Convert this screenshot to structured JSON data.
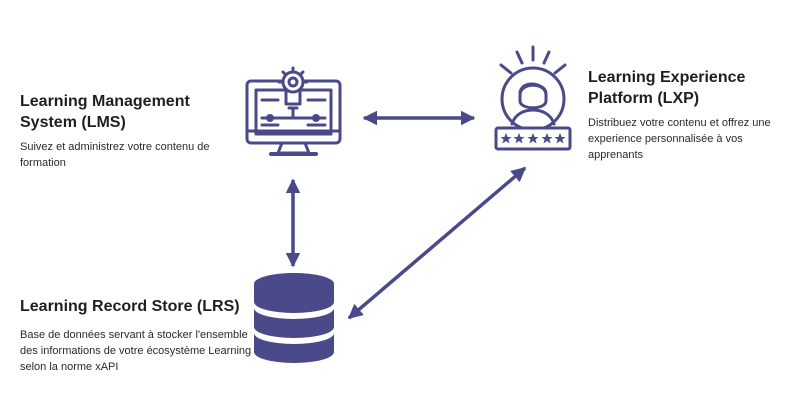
{
  "accent_color": "#4a4a8a",
  "nodes": {
    "lms": {
      "title": "Learning Management\nSystem (LMS)",
      "description": "Suivez et administrez votre contenu de\nformation",
      "icon": "monitor-gear-icon"
    },
    "lxp": {
      "title": "Learning Experience\nPlatform (LXP)",
      "description": "Distribuez votre contenu et offrez une\nexperience personnalisée à vos apprenants",
      "icon": "user-rating-icon"
    },
    "lrs": {
      "title": "Learning Record Store (LRS)",
      "description": "Base de données servant à stocker l'ensemble\ndes informations de votre écosystème Learning\nselon la norme xAPI",
      "icon": "database-icon"
    }
  },
  "connections": [
    {
      "from": "lms",
      "to": "lxp",
      "type": "bidirectional"
    },
    {
      "from": "lms",
      "to": "lrs",
      "type": "bidirectional"
    },
    {
      "from": "lrs",
      "to": "lxp",
      "type": "bidirectional"
    }
  ]
}
